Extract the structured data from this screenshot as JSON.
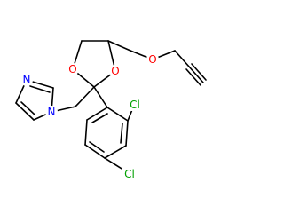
{
  "colors": {
    "bond": "#000000",
    "oxygen": "#ff0000",
    "nitrogen": "#0000ff",
    "chlorine": "#00a000"
  },
  "atoms": {
    "o1": "O",
    "o2": "O",
    "o3": "O",
    "n1": "N",
    "n2": "N",
    "cl1": "Cl",
    "cl2": "Cl"
  }
}
